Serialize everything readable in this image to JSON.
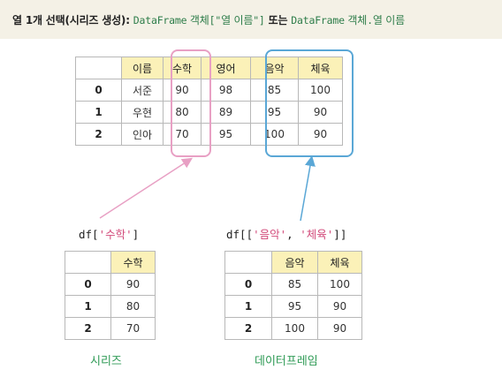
{
  "banner": {
    "p1": "열 1개 선택(시리즈 생성): ",
    "p2": "DataFrame",
    "p3": " 객체",
    "p4": "[\"",
    "p5": "열 이름",
    "p6": "\"]",
    "p7": " 또는 ",
    "p8": "DataFrame",
    "p9": " 객체",
    "p10": ".",
    "p11": "열 이름"
  },
  "main_table": {
    "columns": [
      "이름",
      "수학",
      "영어",
      "음악",
      "체육"
    ],
    "rows": [
      {
        "index": "0",
        "cells": [
          "서준",
          "90",
          "98",
          "85",
          "100"
        ]
      },
      {
        "index": "1",
        "cells": [
          "우현",
          "80",
          "89",
          "95",
          "90"
        ]
      },
      {
        "index": "2",
        "cells": [
          "인아",
          "70",
          "95",
          "100",
          "90"
        ]
      }
    ]
  },
  "series_expr": {
    "prefix": "df[",
    "key": "'수학'",
    "suffix": "]"
  },
  "frame_expr": {
    "prefix": "df[[",
    "key1": "'음악'",
    "sep": ", ",
    "key2": "'체육'",
    "suffix": "]]"
  },
  "series_table": {
    "columns": [
      "수학"
    ],
    "rows": [
      {
        "index": "0",
        "cells": [
          "90"
        ]
      },
      {
        "index": "1",
        "cells": [
          "80"
        ]
      },
      {
        "index": "2",
        "cells": [
          "70"
        ]
      }
    ]
  },
  "frame_table": {
    "columns": [
      "음악",
      "체육"
    ],
    "rows": [
      {
        "index": "0",
        "cells": [
          "85",
          "100"
        ]
      },
      {
        "index": "1",
        "cells": [
          "95",
          "90"
        ]
      },
      {
        "index": "2",
        "cells": [
          "100",
          "90"
        ]
      }
    ]
  },
  "captions": {
    "series": "시리즈",
    "frame": "데이터프레임"
  },
  "colors": {
    "header_bg": "#fbf1b8",
    "series_highlight": "#e8a0c4",
    "frame_highlight": "#5aa7d6",
    "caption": "#2e9a55"
  }
}
